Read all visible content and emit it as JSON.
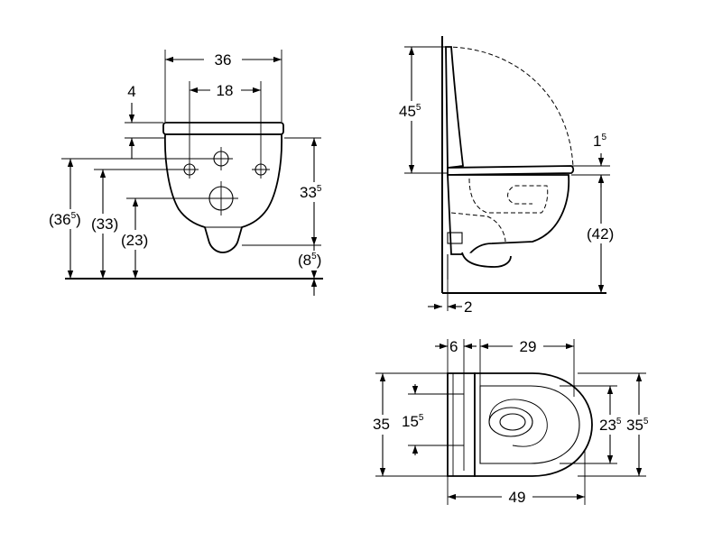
{
  "front_view": {
    "dims": {
      "width": {
        "main": "36",
        "sup": ""
      },
      "holes_spacing": {
        "main": "18",
        "sup": ""
      },
      "top_gap": {
        "main": "4",
        "sup": ""
      },
      "bowl_height": {
        "main": "33",
        "sup": "5"
      },
      "outlet": {
        "main": "(8",
        "sup": "5",
        "tail": ")"
      },
      "height_a": {
        "main": "(36",
        "sup": "5",
        "tail": ")"
      },
      "height_b": {
        "main": "(33)",
        "sup": "",
        "tail": ""
      },
      "height_c": {
        "main": "(23)",
        "sup": "",
        "tail": ""
      }
    }
  },
  "side_view": {
    "dims": {
      "lid_height": {
        "main": "45",
        "sup": "5"
      },
      "seat_thickness": {
        "main": "1",
        "sup": "5"
      },
      "seat_height": {
        "main": "(42)",
        "sup": ""
      },
      "wall_gap": {
        "main": "2",
        "sup": ""
      }
    }
  },
  "top_view": {
    "dims": {
      "seat_edge": {
        "main": "6",
        "sup": ""
      },
      "bowl_depth": {
        "main": "29",
        "sup": ""
      },
      "total_length": {
        "main": "49",
        "sup": ""
      },
      "width": {
        "main": "35",
        "sup": ""
      },
      "fixing": {
        "main": "15",
        "sup": "5"
      },
      "inner_width": {
        "main": "23",
        "sup": "5"
      },
      "outer_width": {
        "main": "35",
        "sup": "5"
      }
    }
  }
}
